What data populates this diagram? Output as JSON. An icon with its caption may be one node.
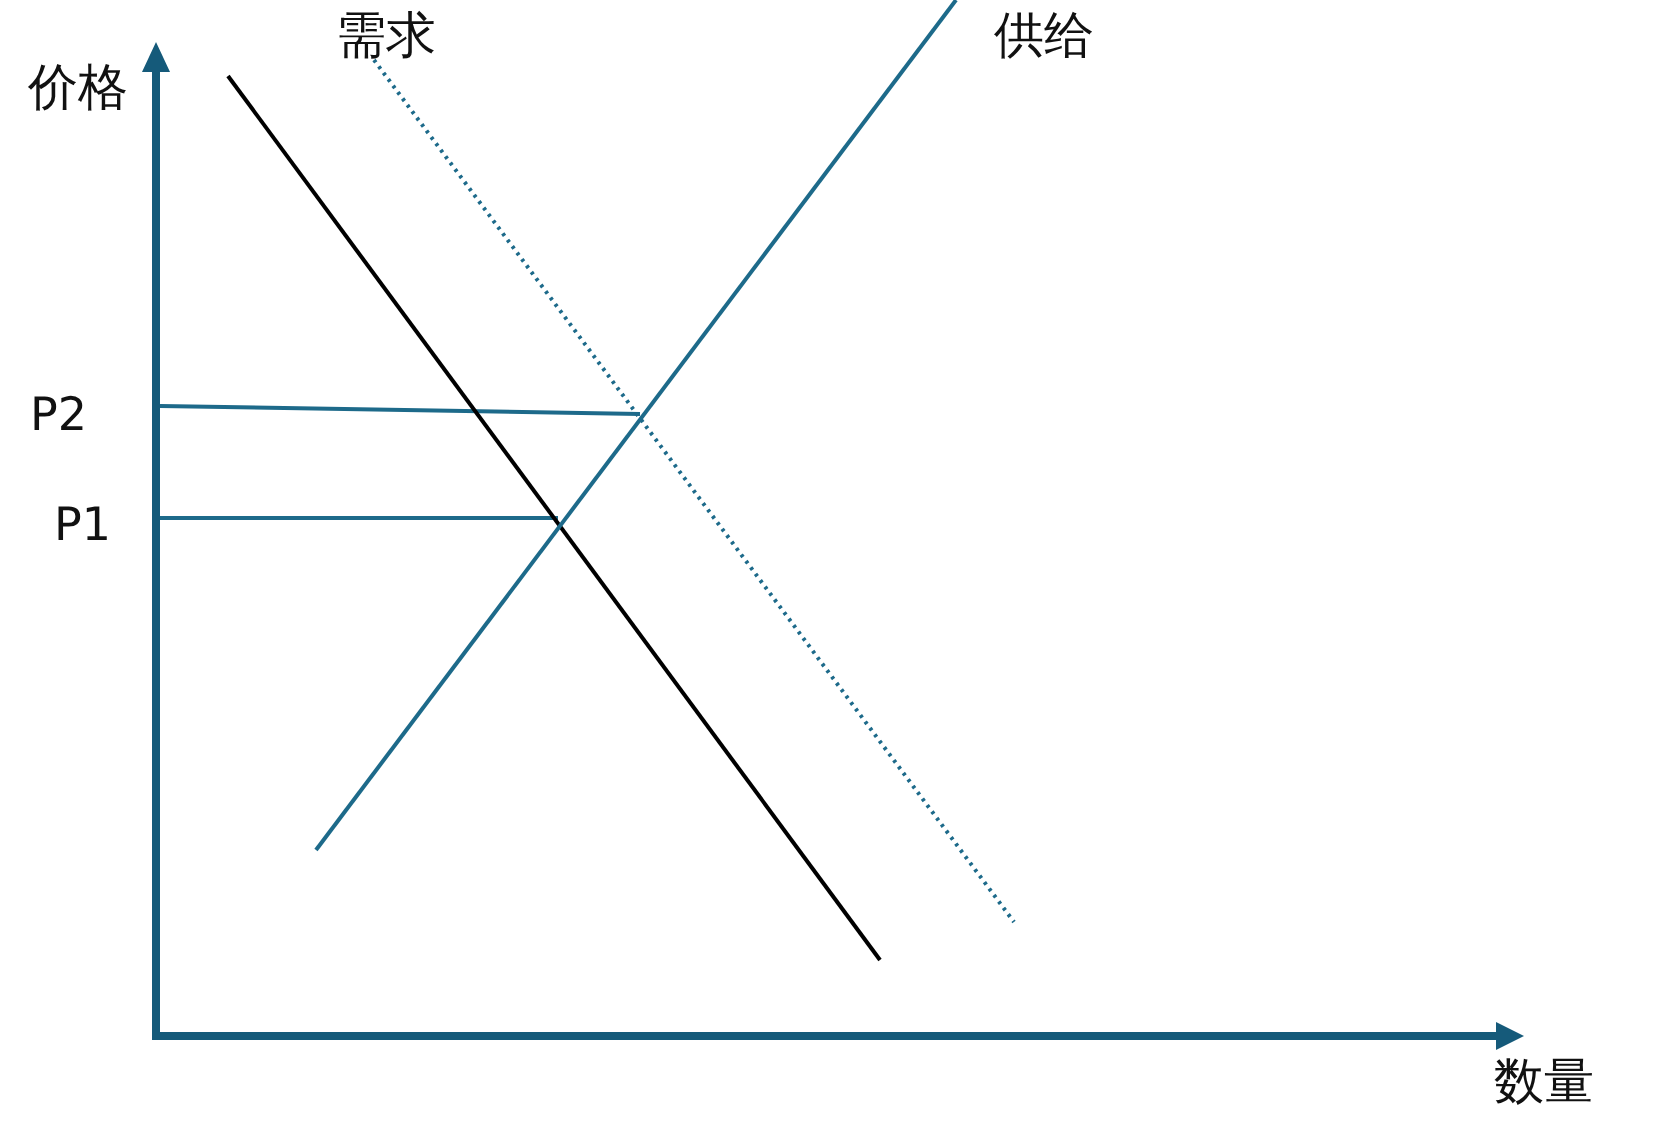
{
  "diagram": {
    "labels": [
      "需求",
      "供给",
      "价格",
      "P2",
      "P1",
      "数量"
    ]
  }
}
